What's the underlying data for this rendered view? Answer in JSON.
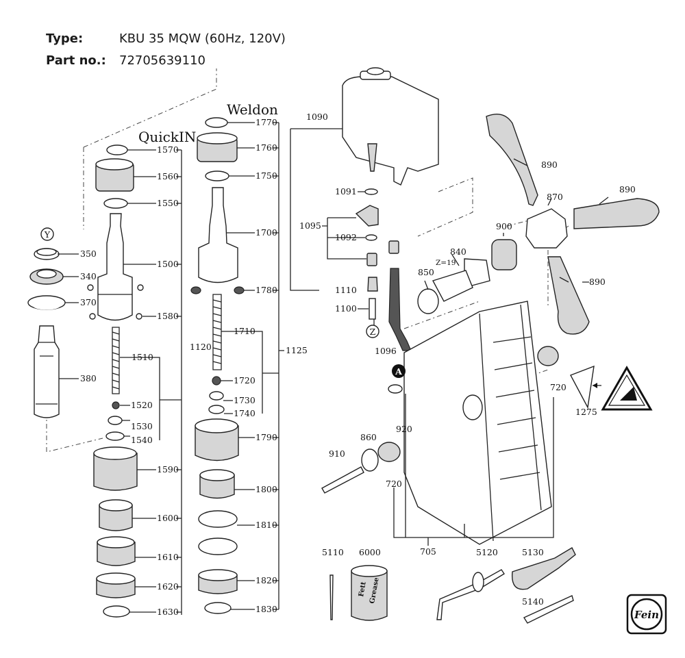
{
  "header": {
    "type_label": "Type:",
    "type_value": "KBU 35 MQW (60Hz, 120V)",
    "part_label": "Part no.:",
    "part_value": "72705639110"
  },
  "titles": {
    "quickin": "QuickIN",
    "weldon": "Weldon"
  },
  "circle_labels": {
    "y": "Y",
    "z": "Z",
    "a": "A"
  },
  "gear_note": "Z=19",
  "grease_label": {
    "line1": "Fett",
    "line2": "Grease"
  },
  "parts": {
    "p350": "350",
    "p340": "340",
    "p370": "370",
    "p380": "380",
    "p1570": "1570",
    "p1560": "1560",
    "p1550": "1550",
    "p1500": "1500",
    "p1580": "1580",
    "p1510": "1510",
    "p1520": "1520",
    "p1530": "1530",
    "p1540": "1540",
    "p1590": "1590",
    "p1600": "1600",
    "p1610": "1610",
    "p1620": "1620",
    "p1630": "1630",
    "p1120": "1120",
    "p1770": "1770",
    "p1760": "1760",
    "p1750": "1750",
    "p1700": "1700",
    "p1780": "1780",
    "p1710": "1710",
    "p1720": "1720",
    "p1730": "1730",
    "p1740": "1740",
    "p1790": "1790",
    "p1800": "1800",
    "p1810": "1810",
    "p1820": "1820",
    "p1830": "1830",
    "p1125": "1125",
    "p1090": "1090",
    "p1091": "1091",
    "p1095": "1095",
    "p1092": "1092",
    "p1110": "1110",
    "p1100": "1100",
    "p1096": "1096",
    "p890a": "890",
    "p890b": "890",
    "p890c": "890",
    "p870": "870",
    "p900": "900",
    "p840": "840",
    "p850": "850",
    "p720a": "720",
    "p720b": "720",
    "p1275": "1275",
    "p920": "920",
    "p860": "860",
    "p910": "910",
    "p705": "705",
    "p5110": "5110",
    "p6000": "6000",
    "p5120": "5120",
    "p5130": "5130",
    "p5140": "5140"
  },
  "logo_text": "Fein"
}
